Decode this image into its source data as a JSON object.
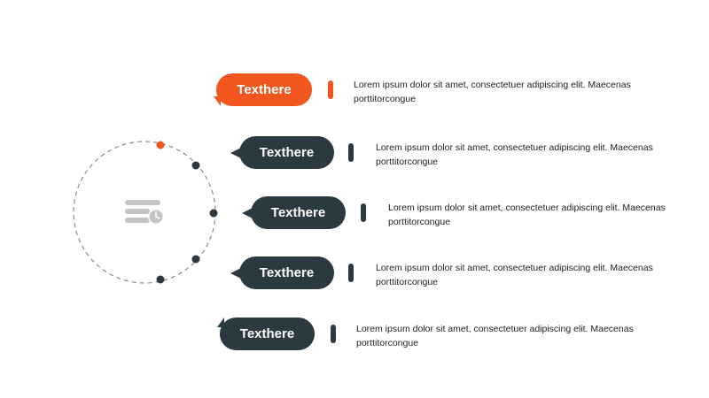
{
  "colors": {
    "accent": "#f0561d",
    "dark": "#2b3a40",
    "ring": "#8a8a8a",
    "icon": "#c4c4c4"
  },
  "center_icon": "stacked-bars-clock-icon",
  "items": [
    {
      "label": "Texthere",
      "accent": true,
      "line1": "Lorem ipsum dolor sit amet, consectetuer adipiscing elit. Maecenas",
      "line2": "porttitorcongue"
    },
    {
      "label": "Texthere",
      "accent": false,
      "line1": "Lorem ipsum dolor sit amet, consectetuer adipiscing elit. Maecenas",
      "line2": "porttitorcongue"
    },
    {
      "label": "Texthere",
      "accent": false,
      "line1": "Lorem ipsum dolor sit amet, consectetuer adipiscing elit. Maecenas",
      "line2": "porttitorcongue"
    },
    {
      "label": "Texthere",
      "accent": false,
      "line1": "Lorem ipsum dolor sit amet, consectetuer adipiscing elit. Maecenas",
      "line2": "porttitorcongue"
    },
    {
      "label": "Texthere",
      "accent": false,
      "line1": "Lorem ipsum dolor sit amet, consectetuer adipiscing elit. Maecenas",
      "line2": "porttitorcongue"
    }
  ]
}
